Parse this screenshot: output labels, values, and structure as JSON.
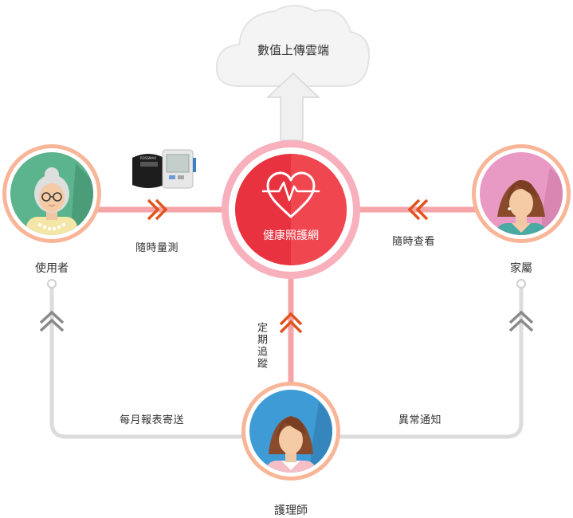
{
  "cloud": {
    "label": "數值上傳雲端"
  },
  "hub": {
    "label": "健康照護網"
  },
  "nodes": {
    "user": {
      "label": "使用者"
    },
    "family": {
      "label": "家屬"
    },
    "nurse": {
      "label": "護理師"
    }
  },
  "edges": {
    "measure": "隨時量測",
    "view": "隨時查看",
    "track": "定期追蹤",
    "report": "每月報表寄送",
    "notify": "異常通知"
  },
  "device": {
    "brand": "ROSSMAX"
  },
  "colors": {
    "accent_red": "#e8323f",
    "salmon_line": "#f5a0a4",
    "ring": "#f8b296",
    "gray_line": "#d9d9d9",
    "chevron_orange": "#e0551f",
    "chevron_gray": "#8c8c8c"
  }
}
